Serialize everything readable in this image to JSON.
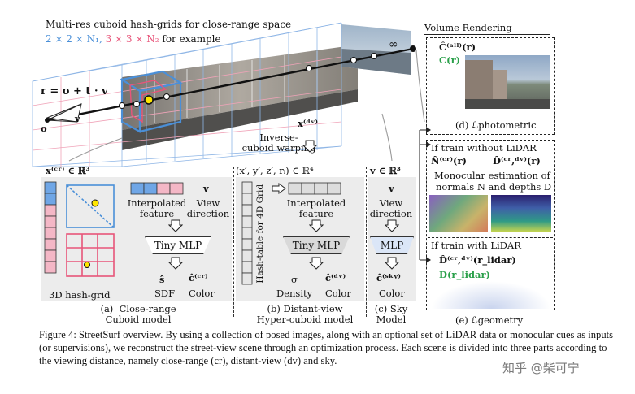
{
  "top": {
    "hash_grid_title": "Multi-res cuboid hash-grids for close-range space",
    "grid_blue": "2 × 2 × N₁,",
    "grid_pink": "3 × 3 × N₂",
    "for_example": "for example",
    "ray_eq": "r = o + t · v",
    "o": "o",
    "v": "v",
    "x_dv": "x⁽ᵈᵛ⁾",
    "infinity": "∞",
    "inverse_warp": "Inverse-\ncuboid warping"
  },
  "panel_a": {
    "x_cr": "x⁽ᶜʳ⁾ ∈ ℝ³",
    "interp": "Interpolated\nfeature",
    "v": "v",
    "view_dir": "View\ndirection",
    "mlp": "Tiny MLP",
    "s_hat": "ŝ",
    "c_hat": "ĉ⁽ᶜʳ⁾",
    "sdf": "SDF",
    "color": "Color",
    "hash_grid": "3D hash-grid",
    "label": "(a)  Close-range\nCuboid model"
  },
  "panel_b": {
    "coords": "(x′, y′, z′, rᵢ) ∈ ℝ⁴",
    "hash_table": "Hash-table for 4D Grid",
    "interp": "Interpolated\nfeature",
    "mlp": "Tiny MLP",
    "sigma": "σ",
    "c_hat": "ĉ⁽ᵈᵛ⁾",
    "density": "Density",
    "color": "Color",
    "label": "(b) Distant-view\nHyper-cuboid model"
  },
  "panel_c": {
    "v_in": "v ∈ ℝ³",
    "v": "v",
    "view_dir": "View\ndirection",
    "mlp": "MLP",
    "c_hat": "ĉ⁽ˢᵏʸ⁾",
    "color": "Color",
    "label": "(c) Sky\nModel"
  },
  "panel_d": {
    "title": "Volume Rendering",
    "c_all": "Ĉ⁽ᵃˡˡ⁾(r)",
    "c_gt": "C(r)",
    "label": "(d) ℒphotometric"
  },
  "panel_e": {
    "no_lidar": "If train without LiDAR",
    "n_hat": "N̂⁽ᶜʳ⁾(r)",
    "d_hat": "D̂⁽ᶜʳ,ᵈᵛ⁾(r)",
    "mono": "Monocular estimation of",
    "normals_depths": "normals N and depths D",
    "with_lidar": "If train with LiDAR",
    "d_lidar": "D̂⁽ᶜʳ,ᵈᵛ⁾(r_lidar)",
    "d_gt": "D(r_lidar)",
    "label": "(e) ℒgeometry"
  },
  "caption": "Figure 4: StreetSurf overview. By using a collection of posed images, along with an optional set of LiDAR data or monocular cues as inputs (or supervisions), we reconstruct the street-view scene through an optimization process. Each scene is divided into three parts according to the viewing distance, namely close-range (cr), distant-view (dv) and sky.",
  "watermark": "知乎 @柴可宁",
  "colors": {
    "blue": "#4a8fd8",
    "pink": "#e8557a",
    "green": "#2aa04a",
    "mlp_sky": "#dbe6f7"
  }
}
